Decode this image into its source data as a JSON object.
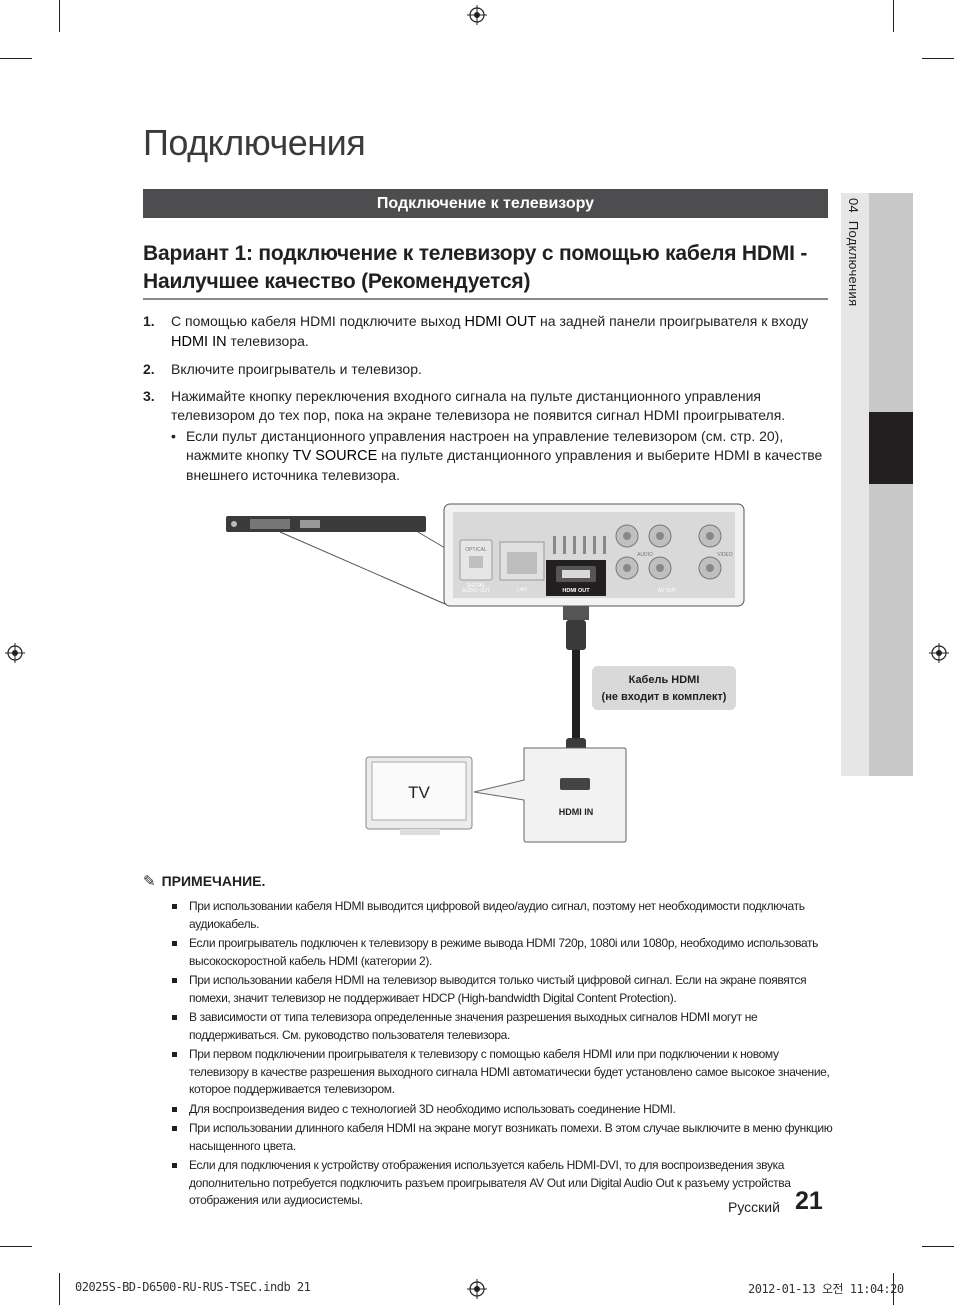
{
  "chapter_title": "Подключения",
  "section_title": "Подключение к телевизору",
  "subheading_line1": "Вариант 1: подключение к телевизору с помощью кабеля HDMI -",
  "subheading_line2": "Наилучшее качество (Рекомендуется)",
  "side_tab": {
    "number": "04",
    "label": "Подключения"
  },
  "steps": [
    {
      "num": "1.",
      "pre": "С помощью кабеля HDMI подключите выход ",
      "bold1": "HDMI OUT",
      "mid": " на задней панели проигрывателя к входу ",
      "bold2": "HDMI IN",
      "post": " телевизора."
    },
    {
      "num": "2.",
      "text": "Включите проигрыватель и телевизор."
    },
    {
      "num": "3.",
      "text": "Нажимайте кнопку переключения входного сигнала на пульте дистанционного управления телевизором до тех пор, пока на экране телевизора не появится сигнал HDMI проигрывателя."
    }
  ],
  "bullet": {
    "pre": "Если пульт дистанционного управления настроен на управление телевизором (см. стр. 20), нажмите кнопку ",
    "bold": "TV SOURCE",
    "post": " на пульте дистанционного управления и выберите HDMI в качестве внешнего источника телевизора."
  },
  "diagram": {
    "optical": "OPTICAL",
    "digital_audio_out_1": "DIGITAL",
    "digital_audio_out_2": "AUDIO OUT",
    "lan": "LAN",
    "hdmi_out": "HDMI OUT",
    "av_out": "AV OUT",
    "audio": "AUDIO",
    "video": "VIDEO",
    "cable_label_1": "Кабель HDMI",
    "cable_label_2": "(не входит в комплект)",
    "tv": "TV",
    "hdmi_in": "HDMI IN"
  },
  "note_title": "ПРИМЕЧАНИЕ.",
  "notes": [
    "При использовании кабеля HDMI выводится цифровой видео/аудио сигнал, поэтому нет необходимости подключать аудиокабель.",
    "Если проигрыватель подключен к телевизору в режиме вывода HDMI 720p, 1080i или 1080p, необходимо использовать высокоскоростной кабель HDMI (категории 2).",
    "При использовании кабеля HDMI на телевизор выводится только чистый цифровой сигнал. Если на экране появятся помехи, значит телевизор не поддерживает HDCP (High-bandwidth Digital Content Protection).",
    "В зависимости от типа телевизора определенные значения разрешения выходных сигналов HDMI могут не поддерживаться. См. руководство пользователя телевизора.",
    "При первом подключении проигрывателя к телевизору с помощью кабеля HDMI или при подключении к новому телевизору в качестве разрешения выходного сигнала HDMI автоматически будет установлено самое высокое значение, которое поддерживается телевизором.",
    "Для воспроизведения видео с технологией 3D необходимо использовать соединение HDMI.",
    "При использовании длинного кабеля HDMI на экране могут возникать помехи. В этом случае выключите в меню функцию насыщенного цвета.",
    "Если для подключения к устройству отображения используется кабель HDMI-DVI, то для воспроизведения звука дополнительно потребуется подключить разъем проигрывателя AV Out или Digital Audio Out к разъему устройства отображения или аудиосистемы."
  ],
  "footer": {
    "language": "Русский",
    "page": "21"
  },
  "slug": {
    "file": "02025S-BD-D6500-RU-RUS-TSEC.indb   21",
    "date": "2012-01-13   오전 11:04:20"
  }
}
